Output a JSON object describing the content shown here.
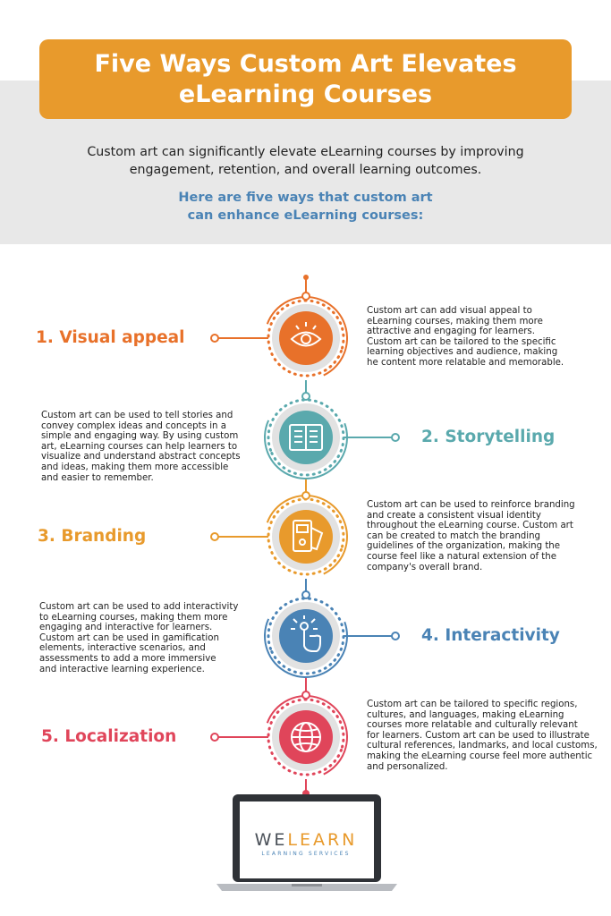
{
  "header": {
    "title_line1": "Five Ways Custom Art Elevates",
    "title_line2": "eLearning Courses"
  },
  "intro": {
    "line1": "Custom art can significantly elevate eLearning courses by improving",
    "line2": "engagement, retention, and overall learning outcomes."
  },
  "subhead": {
    "line1": "Here are five ways that custom art",
    "line2": "can enhance eLearning courses:"
  },
  "colors": {
    "orange": "#e8712a",
    "amber": "#e89a2c",
    "teal": "#5aa9ad",
    "blue": "#4a83b5",
    "red": "#e0455a",
    "grey_ring": "#e2e2e2"
  },
  "items": [
    {
      "heading": "1. Visual appeal",
      "icon": "eye-icon",
      "desc": [
        "Custom art can add visual appeal to",
        "eLearning courses, making them more",
        "attractive and engaging for learners.",
        "Custom art can be tailored to the specific",
        "learning objectives and audience, making",
        "he content more relatable and memorable."
      ]
    },
    {
      "heading": "2. Storytelling",
      "icon": "open-book-icon",
      "desc": [
        "Custom art can be used to tell stories and",
        "convey complex ideas and concepts in a",
        "simple and engaging way. By using custom",
        "art, eLearning courses can help learners to",
        "visualize and understand abstract concepts",
        "and ideas, making them more accessible",
        "and easier to remember."
      ]
    },
    {
      "heading": "3. Branding",
      "icon": "brand-swatch-icon",
      "desc": [
        "Custom art can be used to reinforce branding",
        "and create a consistent visual identity",
        "throughout the eLearning course. Custom art",
        "can be created to match the branding",
        "guidelines of the organization, making the",
        "course feel like a natural extension of the",
        "company's overall brand."
      ]
    },
    {
      "heading": "4. Interactivity",
      "icon": "touch-hand-icon",
      "desc": [
        "Custom art can be used to add interactivity",
        "to eLearning courses, making them more",
        "engaging and interactive for learners.",
        "Custom art can be used in gamification",
        "elements, interactive scenarios, and",
        "assessments to add a more immersive",
        "and interactive learning experience."
      ]
    },
    {
      "heading": "5. Localization",
      "icon": "globe-icon",
      "desc": [
        "Custom art can be tailored to specific regions,",
        "cultures, and languages, making eLearning",
        "courses more relatable and culturally relevant",
        "for learners. Custom art can be used to illustrate",
        "cultural references, landmarks, and local customs,",
        "making the eLearning course feel more authentic",
        "and personalized."
      ]
    }
  ],
  "logo": {
    "we": "WE",
    "learn": "LEARN",
    "tagline": "LEARNING SERVICES"
  }
}
